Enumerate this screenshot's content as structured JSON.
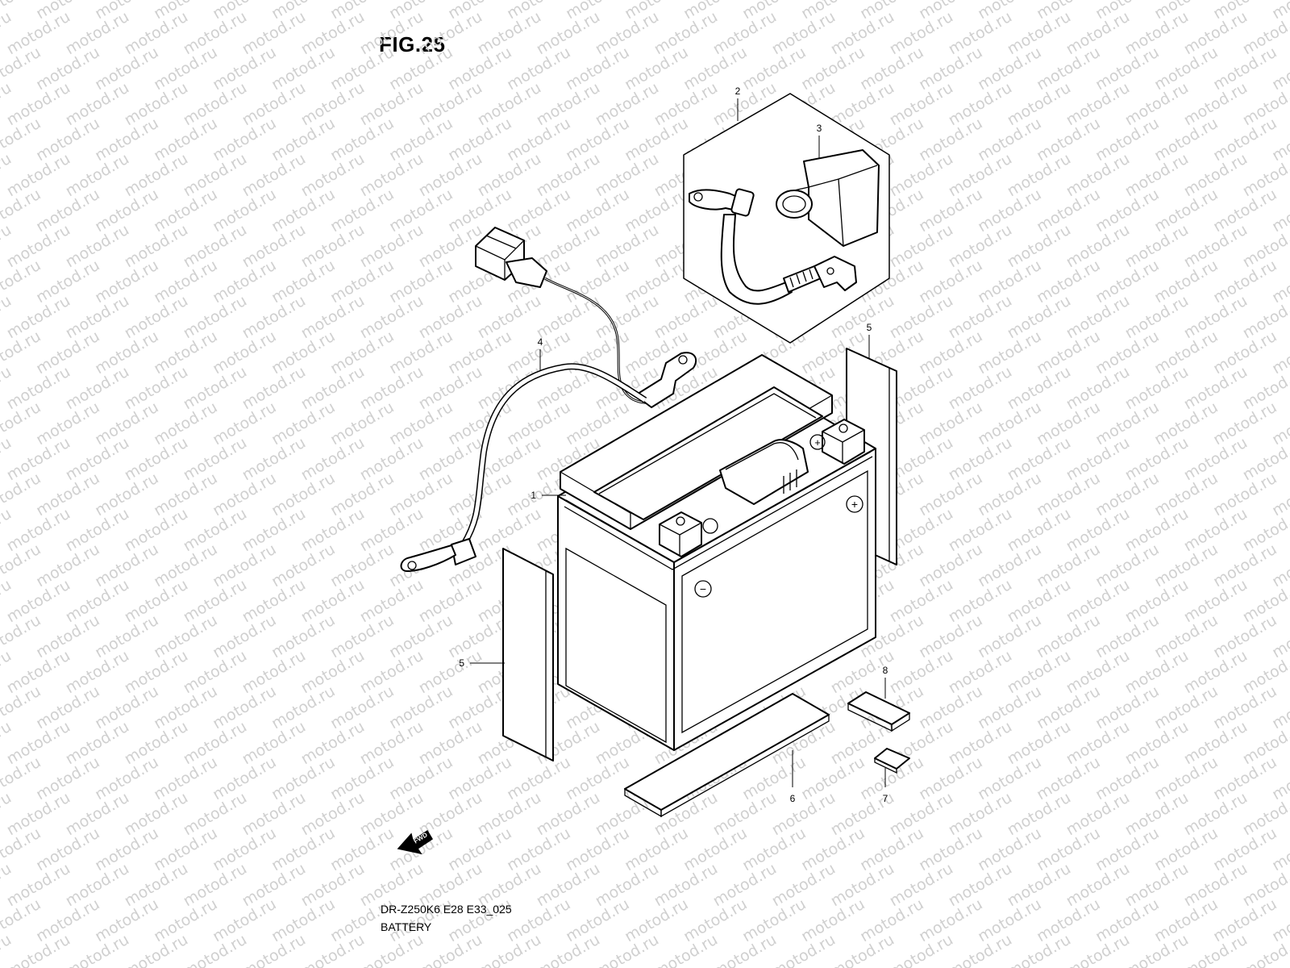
{
  "figure": {
    "title": "FIG.25",
    "model_code": "DR-Z250K6 E28 E33_025",
    "section_name": "BATTERY"
  },
  "watermark": {
    "text": "motod.ru"
  },
  "fwd_badge": {
    "label": "FWD"
  },
  "battery_terminals": {
    "positive": "+",
    "negative": "−"
  },
  "callouts": [
    {
      "id": "c1",
      "label": "1"
    },
    {
      "id": "c2",
      "label": "2"
    },
    {
      "id": "c3",
      "label": "3"
    },
    {
      "id": "c4",
      "label": "4"
    },
    {
      "id": "c5a",
      "label": "5"
    },
    {
      "id": "c5b",
      "label": "5"
    },
    {
      "id": "c6",
      "label": "6"
    },
    {
      "id": "c7",
      "label": "7"
    },
    {
      "id": "c8",
      "label": "8"
    }
  ]
}
